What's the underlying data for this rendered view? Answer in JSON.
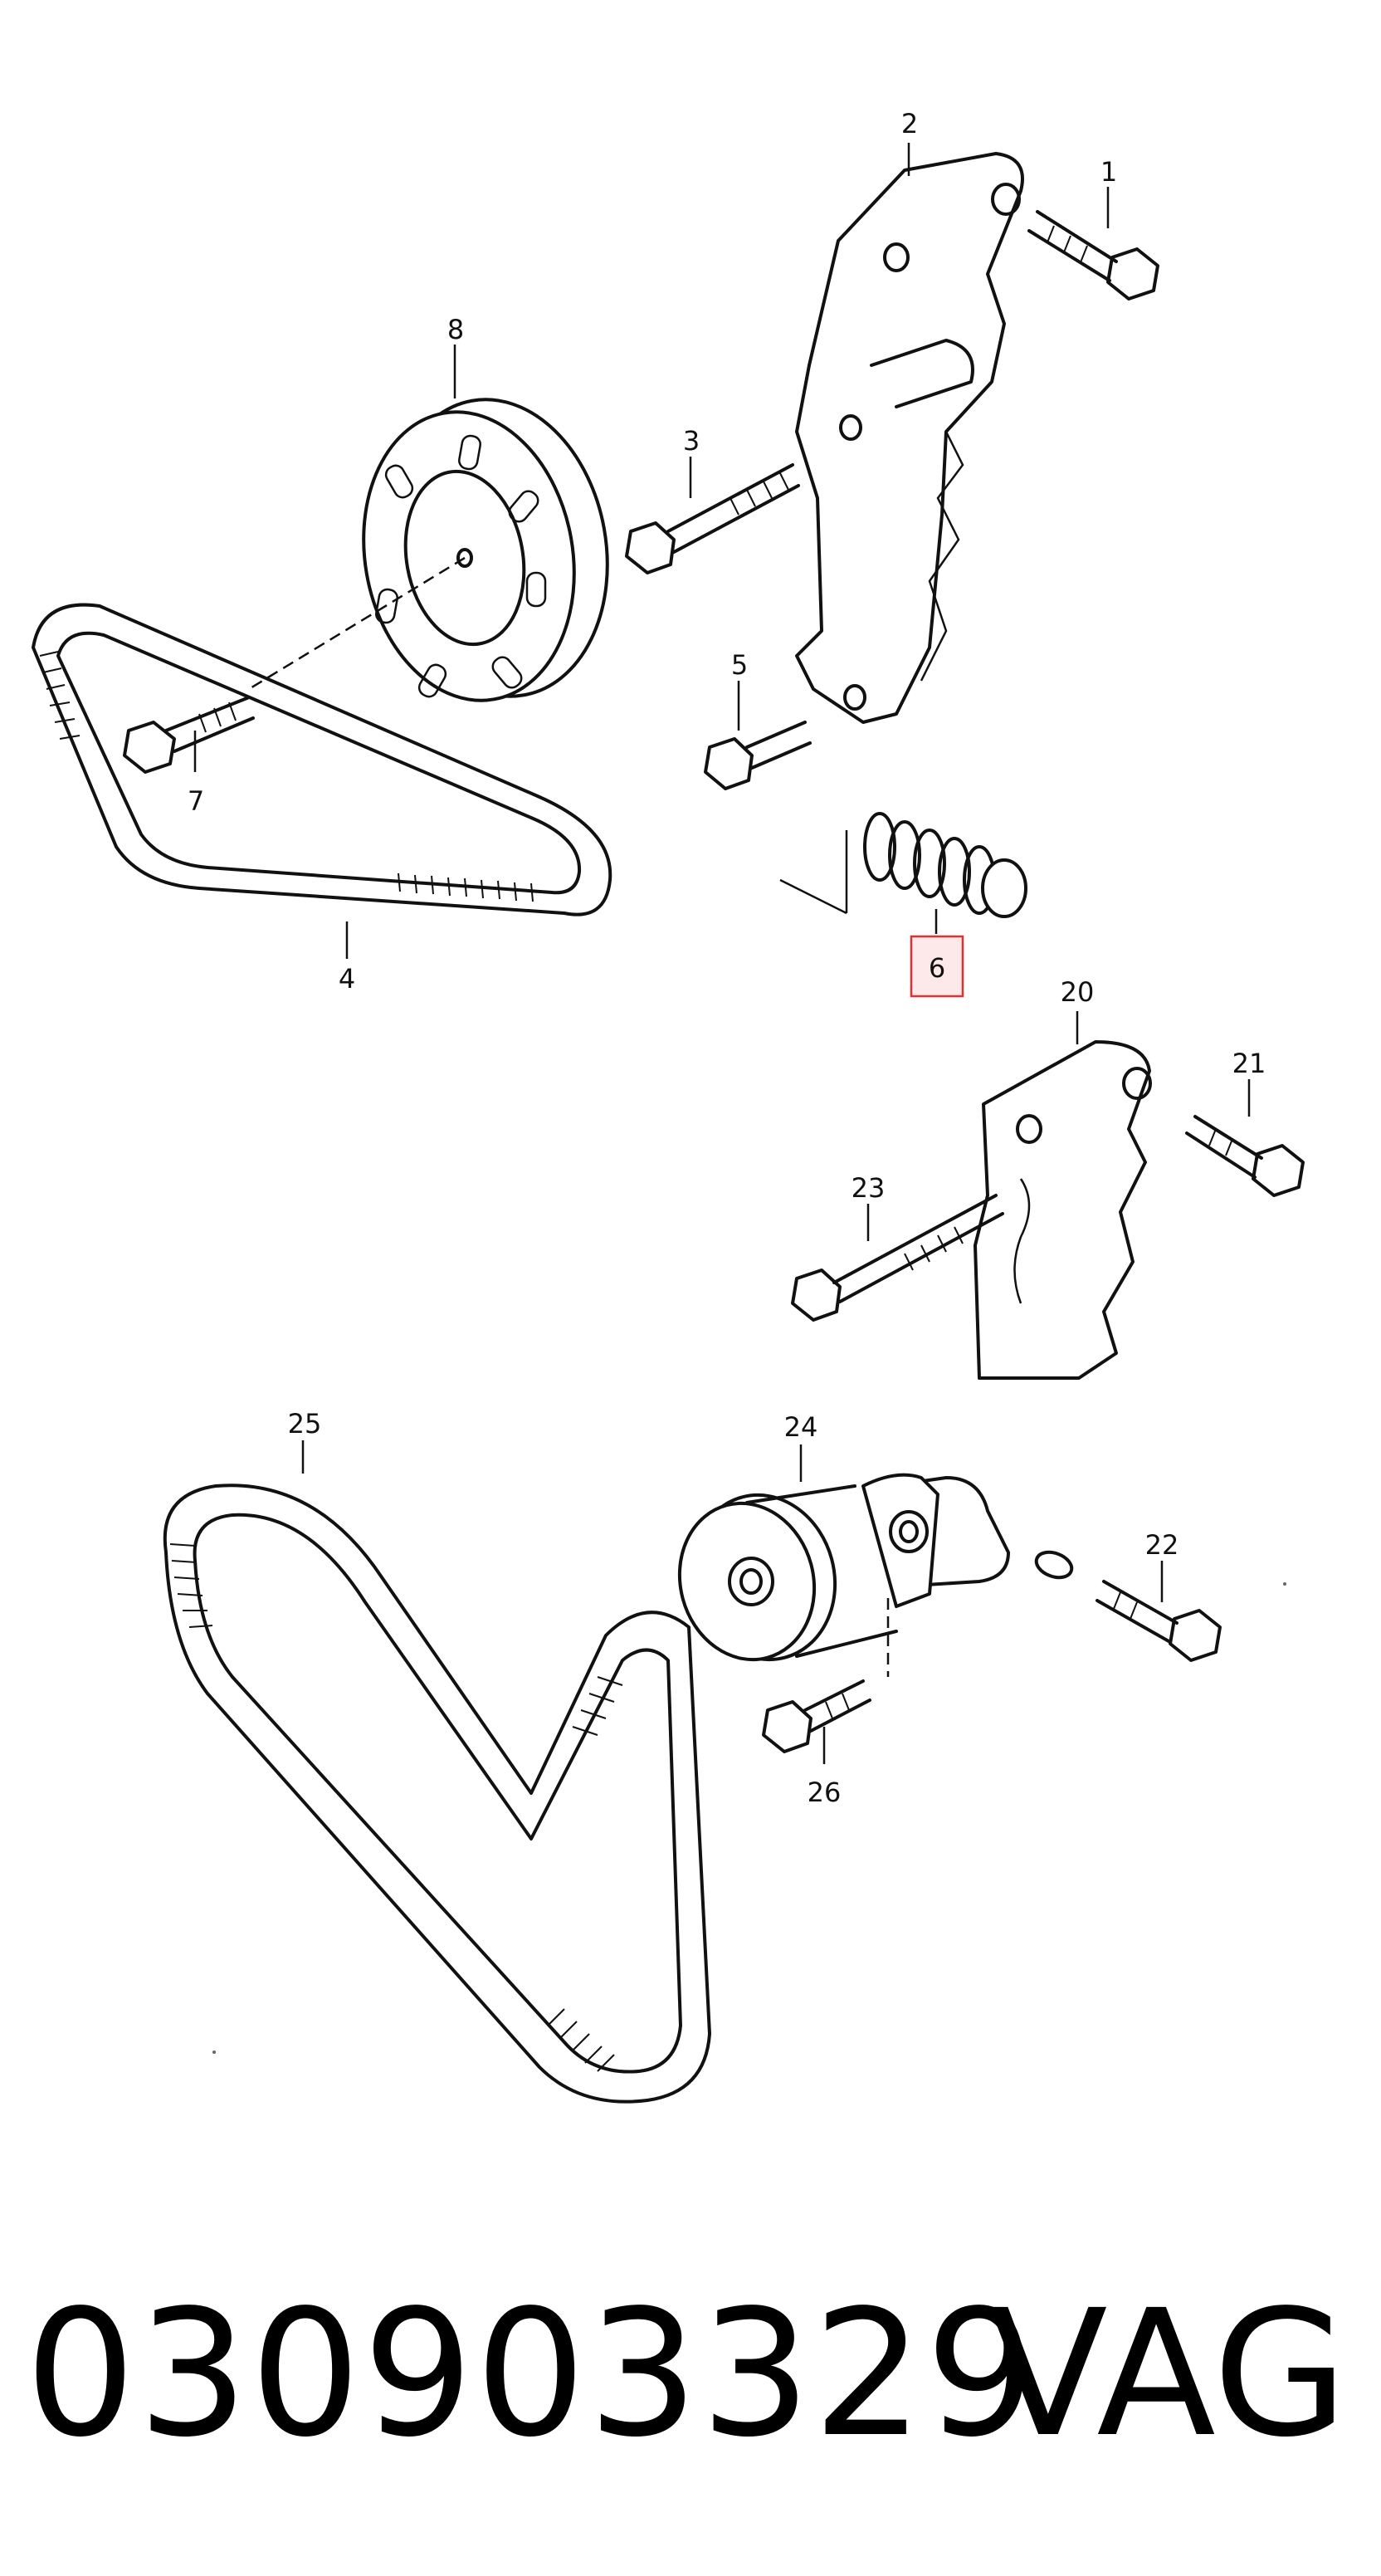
{
  "callouts": {
    "c1": "1",
    "c2": "2",
    "c3": "3",
    "c4": "4",
    "c5": "5",
    "c6": "6",
    "c7": "7",
    "c8": "8",
    "c20": "20",
    "c21": "21",
    "c22": "22",
    "c23": "23",
    "c24": "24",
    "c25": "25",
    "c26": "26"
  },
  "highlighted_callout": "6",
  "highlight_color": "#e03030",
  "footer": {
    "part_number": "030903329",
    "brand": "VAG"
  }
}
